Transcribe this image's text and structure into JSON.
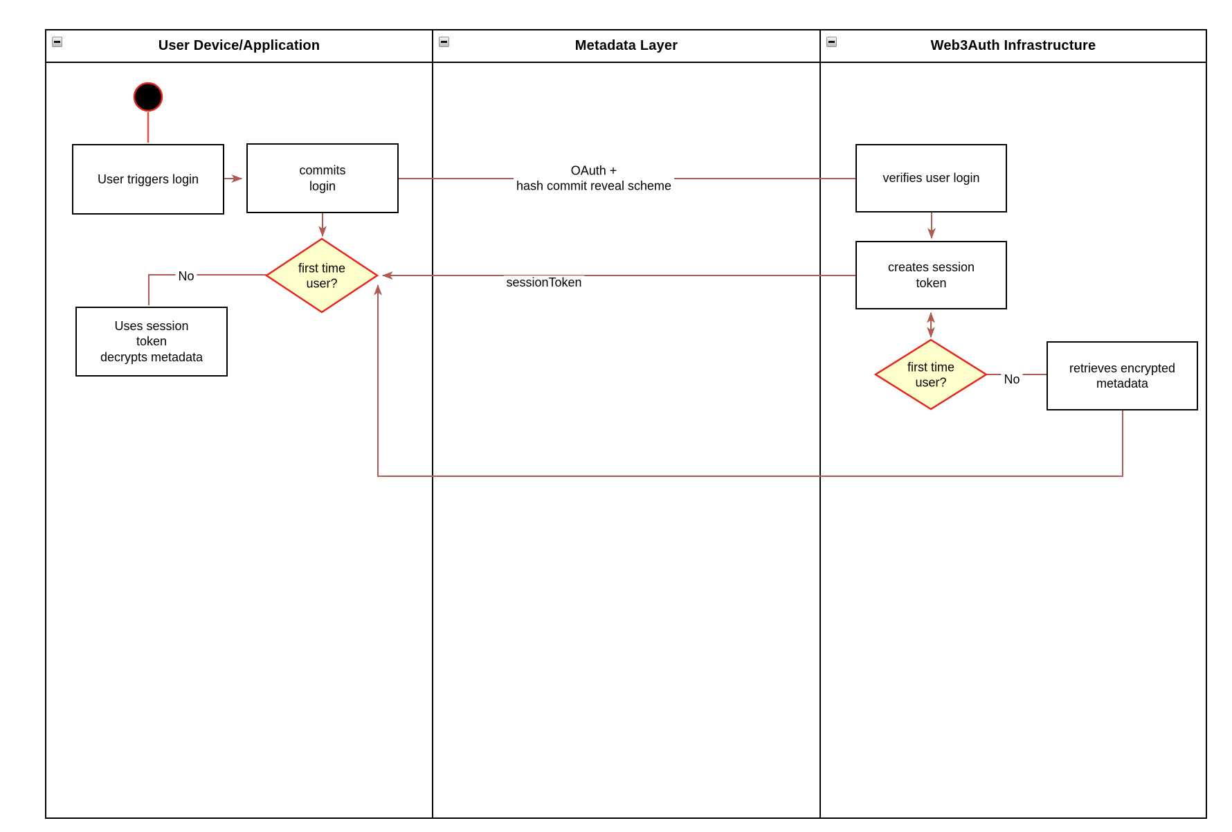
{
  "diagram": {
    "type": "uml-activity-swimlane",
    "lanes": [
      {
        "title": "User Device/Application",
        "collapse_icon": "minus"
      },
      {
        "title": "Metadata Layer",
        "collapse_icon": "minus"
      },
      {
        "title": "Web3Auth Infrastructure",
        "collapse_icon": "minus"
      }
    ],
    "nodes": {
      "start": "initial-state",
      "user_triggers_login": "User triggers login",
      "commits_login": "commits\nlogin",
      "first_time_user_1": "first time\nuser?",
      "uses_session_token": "Uses session\ntoken\ndecrypts metadata",
      "verifies_user_login": "verifies user login",
      "creates_session_token": "creates session\ntoken",
      "first_time_user_2": "first time\nuser?",
      "retrieves_encrypted_metadata": "retrieves encrypted\nmetadata"
    },
    "edge_labels": {
      "oauth": "OAuth +\nhash commit reveal scheme",
      "session_token": "sessionToken",
      "no_1": "No",
      "no_2": "No"
    },
    "colors": {
      "connector": "#af5a52",
      "start_edge": "#eb4a44",
      "shape_stroke": "#e8251f",
      "diamond_fill": "#ffffcc",
      "node_border": "#000000",
      "start_fill": "#000000",
      "lane_border": "#000000"
    }
  }
}
